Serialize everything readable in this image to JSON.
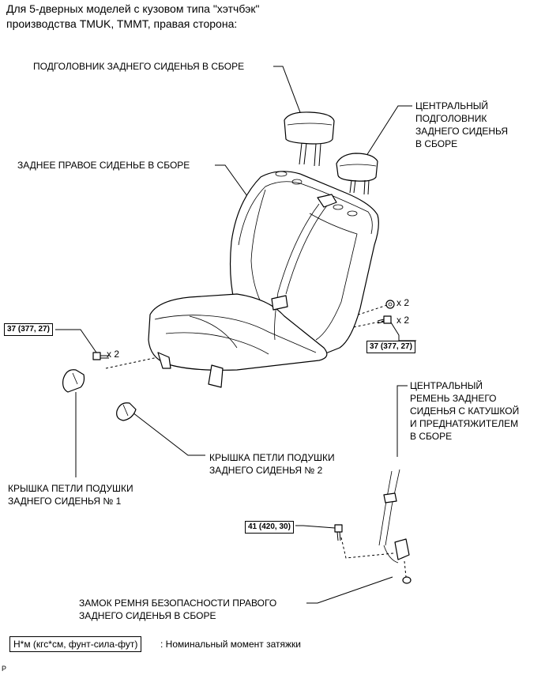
{
  "header": {
    "line1": "Для 5-дверных моделей с кузовом типа \"хэтчбэк\"",
    "line2": "производства TMUK, TMMT, правая сторона:"
  },
  "labels": {
    "rear_headrest": "ПОДГОЛОВНИК ЗАДНЕГО СИДЕНЬЯ В СБОРЕ",
    "center_headrest": [
      "ЦЕНТРАЛЬНЫЙ",
      "ПОДГОЛОВНИК",
      "ЗАДНЕГО СИДЕНЬЯ",
      "В СБОРЕ"
    ],
    "rear_seat": "ЗАДНЕЕ ПРАВОЕ СИДЕНЬЕ В СБОРЕ",
    "center_belt": [
      "ЦЕНТРАЛЬНЫЙ",
      "РЕМЕНЬ ЗАДНЕГО",
      "СИДЕНЬЯ С КАТУШКОЙ",
      "И ПРЕДНАТЯЖИТЕЛЕМ",
      "В СБОРЕ"
    ],
    "hinge_cover_2": [
      "КРЫШКА ПЕТЛИ ПОДУШКИ",
      "ЗАДНЕГО СИДЕНЬЯ № 2"
    ],
    "hinge_cover_1": [
      "КРЫШКА ПЕТЛИ ПОДУШКИ",
      "ЗАДНЕГО СИДЕНЬЯ № 1"
    ],
    "buckle": [
      "ЗАМОК РЕМНЯ БЕЗОПАСНОСТИ ПРАВОГО",
      "ЗАДНЕГО СИДЕНЬЯ В СБОРЕ"
    ]
  },
  "torques": {
    "left_bolt": "37 (377, 27)",
    "right_bolt": "37 (377, 27)",
    "buckle_bolt": "41 (420, 30)"
  },
  "counts": {
    "left_bolt": "x 2",
    "right_nut": "x 2",
    "right_bolt": "x 2"
  },
  "legend": {
    "box": "Н*м (кгс*см, фунт-сила-фут)",
    "text": ": Номинальный момент затяжки"
  },
  "corner_mark": "P"
}
